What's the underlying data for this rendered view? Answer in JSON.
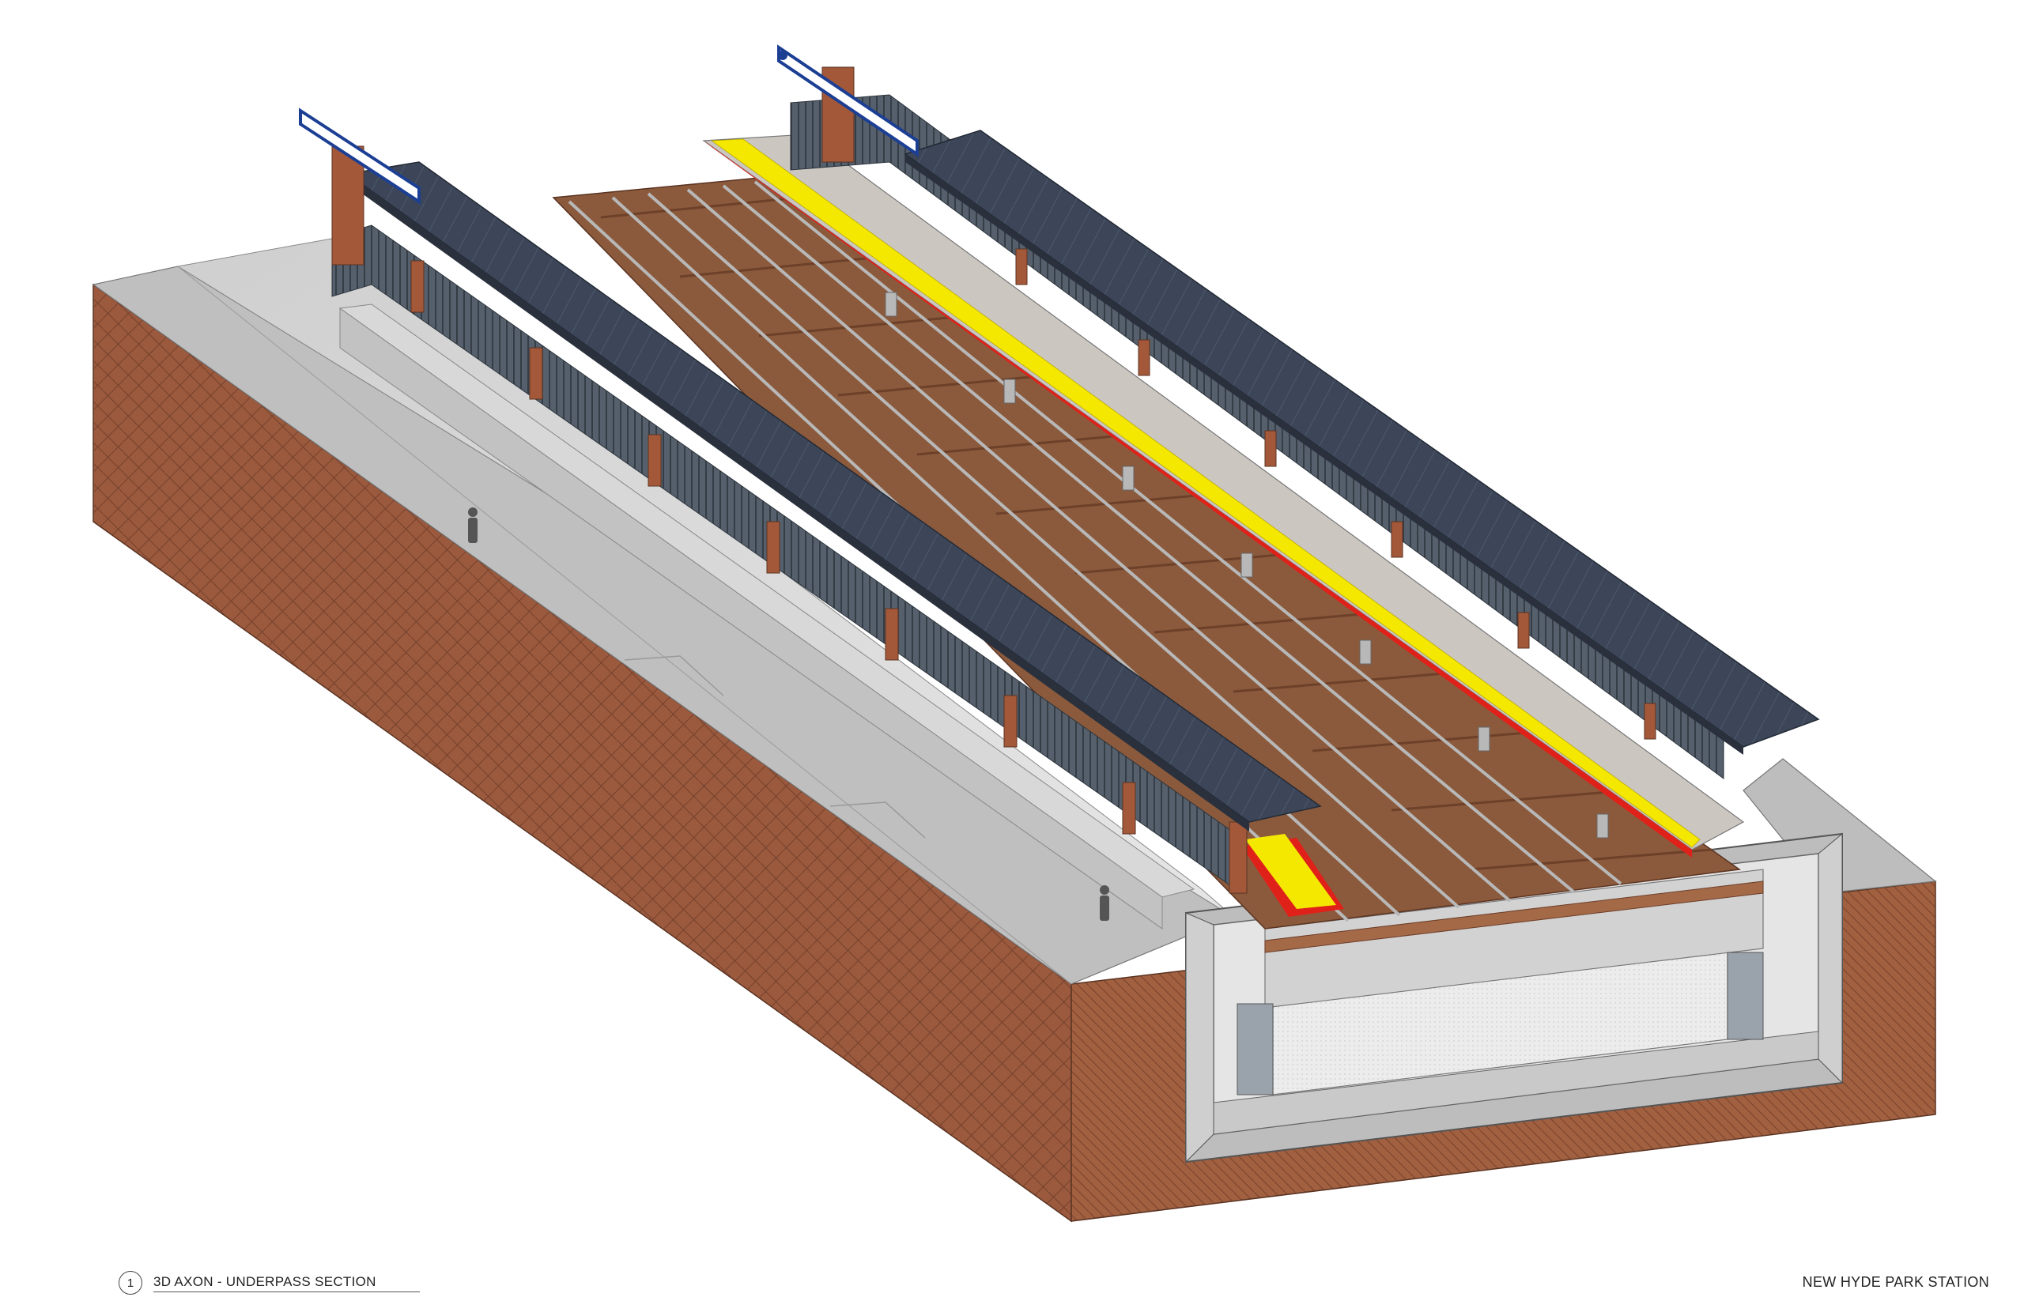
{
  "view": {
    "number": "1",
    "title": "3D AXON - UNDERPASS SECTION"
  },
  "project": {
    "station_name": "NEW HYDE PARK STATION"
  },
  "colors": {
    "brick": "#9b5a3e",
    "brick_dark": "#7c4530",
    "concrete": "#d9d9d9",
    "canopy": "#3b4556",
    "tactile_strip": "#f5e800",
    "platform_edge": "#e0211a",
    "track_bed": "#8b5a3c",
    "sign_blue": "#1c3f94"
  },
  "counts": {
    "tracks": 3
  }
}
